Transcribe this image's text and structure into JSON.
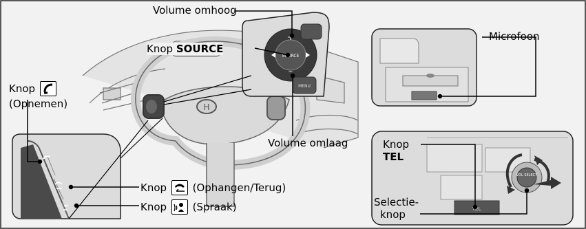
{
  "labels": {
    "volume_up": "Volume omhoog",
    "source_prefix": "Knop",
    "source_name": "SOURCE",
    "pickup_line1": "Knop",
    "pickup_line2": "(Opnemen)",
    "volume_down": "Volume omlaag",
    "hangup_prefix": "Knop",
    "hangup_suffix": "(Ophangen/Terug)",
    "talk_prefix": "Knop",
    "talk_suffix": "(Spraak)",
    "microphone": "Microfoon",
    "tel_line1": "Knop",
    "tel_line2": "TEL",
    "selector_line1": "Selectie-",
    "selector_line2": "knop"
  },
  "panel_text": {
    "source": "SOURCE",
    "tel": "TEL",
    "vol_select": "VOL SELECT",
    "menu": "MENU",
    "plus": "+",
    "minus": "–"
  },
  "icons": [
    "pickup-icon",
    "hangup-back-icon",
    "talk-icon"
  ],
  "colors": {
    "background": "#f2f2f2",
    "panel_border": "#222222",
    "inset_fill": "#dcdcdc",
    "button_dark": "#3a3a3a",
    "leader": "#000000"
  }
}
